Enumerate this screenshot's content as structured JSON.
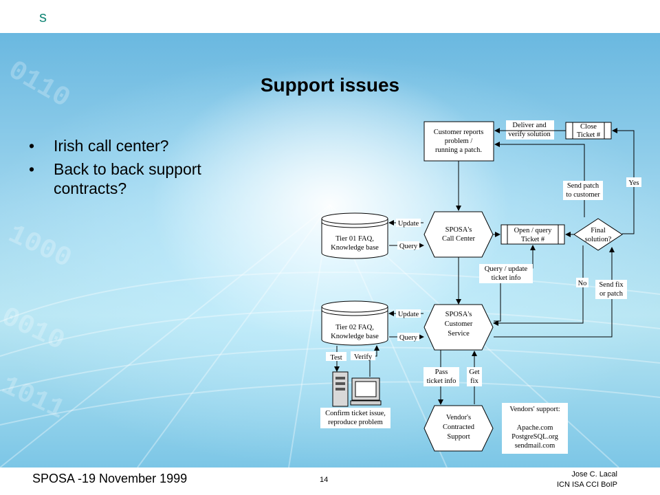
{
  "header": {
    "logo": "s"
  },
  "slide": {
    "title": "Support issues",
    "bullets": [
      "Irish call center?",
      "Back to back support contracts?"
    ]
  },
  "diagram": {
    "customer_reports": [
      "Customer reports",
      "problem /",
      "running a patch."
    ],
    "deliver_verify": [
      "Deliver and",
      "verify solution"
    ],
    "close_ticket": [
      "Close",
      "Ticket #"
    ],
    "send_patch": [
      "Send patch",
      "to customer"
    ],
    "yes": "Yes",
    "tier01": [
      "Tier 01 FAQ,",
      "Knowledge base"
    ],
    "update_1": "Update",
    "query_1": "Query",
    "call_center": [
      "SPOSA's",
      "Call Center"
    ],
    "open_query": [
      "Open / query",
      "Ticket #"
    ],
    "final_solution": [
      "Final",
      "solution?"
    ],
    "query_update_ticket": [
      "Query / update",
      "ticket info"
    ],
    "no": "No",
    "send_fix": [
      "Send fix",
      "or patch"
    ],
    "tier02": [
      "Tier 02 FAQ,",
      "Knowledge base"
    ],
    "update_2": "Update",
    "query_2": "Query",
    "customer_service": [
      "SPOSA's",
      "Customer",
      "Service"
    ],
    "test": "Test",
    "verify": "Verify",
    "confirm": [
      "Confirm ticket issue,",
      "reproduce problem"
    ],
    "pass_ticket": [
      "Pass",
      "ticket info"
    ],
    "get_fix": [
      "Get",
      "fix"
    ],
    "vendor_support": [
      "Vendor's",
      "Contracted",
      "Support"
    ],
    "vendors_support_list": [
      "Vendors' support:",
      "Apache.com",
      "PostgreSQL.org",
      "sendmail.com"
    ]
  },
  "footer": {
    "left": "SPOSA -19 November 1999",
    "page": "14",
    "author_line1": "Jose C. Lacal",
    "author_line2": "ICN ISA CCI BoIP"
  }
}
